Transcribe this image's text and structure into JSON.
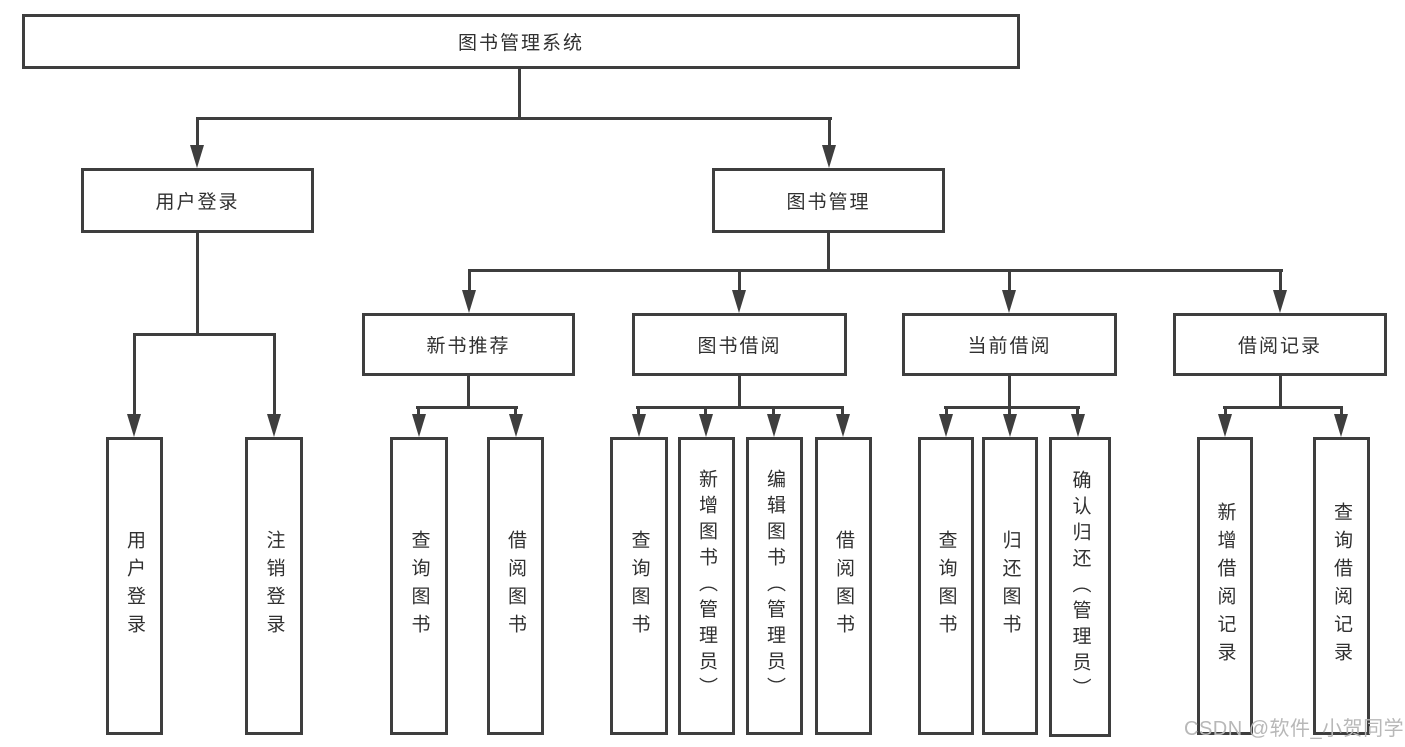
{
  "diagram_title": "图书管理系统",
  "watermark": "CSDN @软件_小贺同学",
  "colors": {
    "line": "#3e3e3e",
    "box_border": "#3e3e3e",
    "text": "#303030",
    "watermark": "#b8b8b8",
    "background": "#ffffff"
  },
  "tree": {
    "root": {
      "label": "图书管理系统"
    },
    "branches": [
      {
        "label": "用户登录",
        "leaves": [
          "用户登录",
          "注销登录"
        ]
      },
      {
        "label": "图书管理",
        "groups": [
          {
            "label": "新书推荐",
            "leaves": [
              "查询图书",
              "借阅图书"
            ]
          },
          {
            "label": "图书借阅",
            "leaves": [
              "查询图书",
              "新增图书（管理员）",
              "编辑图书（管理员）",
              "借阅图书"
            ]
          },
          {
            "label": "当前借阅",
            "leaves": [
              "查询图书",
              "归还图书",
              "确认归还（管理员）"
            ]
          },
          {
            "label": "借阅记录",
            "leaves": [
              "新增借阅记录",
              "查询借阅记录"
            ]
          }
        ]
      }
    ]
  }
}
